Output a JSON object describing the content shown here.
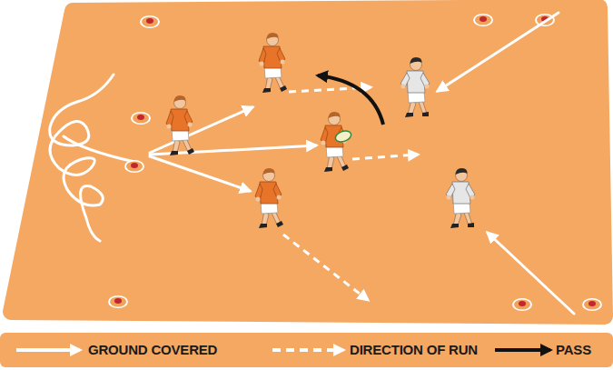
{
  "diagram": {
    "legend": [
      {
        "text": "GROUND COVERED"
      },
      {
        "text": "DIRECTION OF RUN"
      },
      {
        "text": "PASS"
      }
    ]
  }
}
